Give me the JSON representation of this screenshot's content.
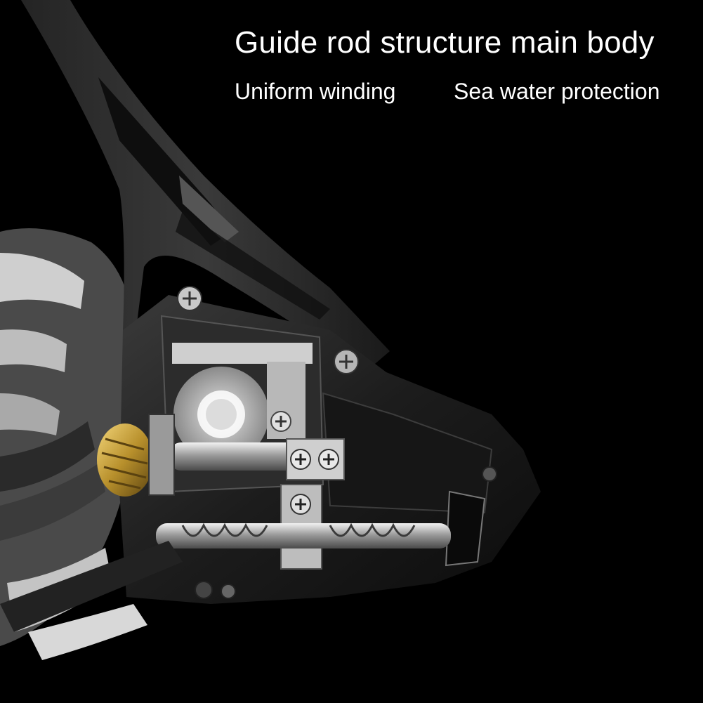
{
  "headline": "Guide rod structure main body",
  "features": [
    "Uniform winding",
    "Sea water protection"
  ],
  "colors": {
    "background": "#000000",
    "text": "#ffffff",
    "brass": "#b8902c",
    "chrome": "#c9c9c9",
    "body_dark": "#1b1b1b"
  }
}
